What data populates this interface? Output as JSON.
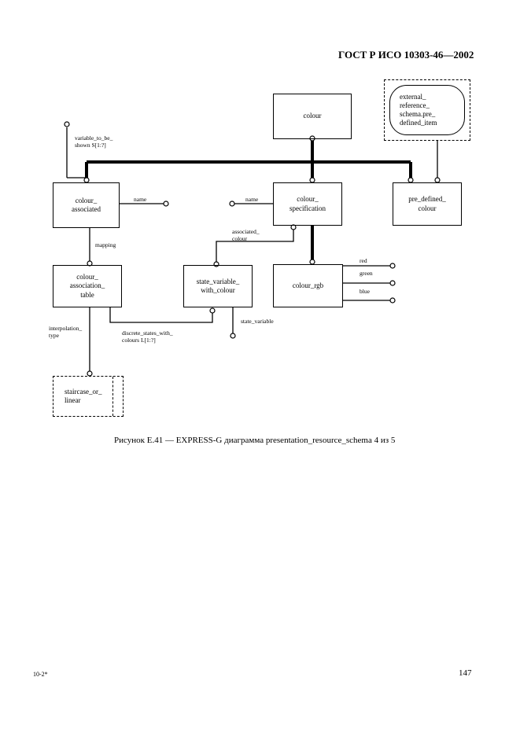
{
  "header": {
    "doc_id": "ГОСТ Р ИСО 10303-46—2002"
  },
  "entities": {
    "colour": "colour",
    "external_ref": "external_\nreference_\nschema.pre_\ndefined_item",
    "colour_associated": "colour_\nassociated",
    "colour_specification": "colour_\nspecification",
    "pre_defined_colour": "pre_defined_\ncolour",
    "colour_association_table": "colour_\nassociation_\ntable",
    "state_variable_with_colour": "state_variable_\nwith_colour",
    "colour_rgb": "colour_rgb",
    "staircase_or_linear": "staircase_or_\nlinear"
  },
  "attributes": {
    "variable_to_be_shown": "variable_to_be_\nshown S[1:?]",
    "name_1": "name",
    "name_2": "name",
    "mapping": "mapping",
    "associated_colour": "associated_\ncolour",
    "red": "red",
    "green": "green",
    "blue": "blue",
    "interpolation_type": "interpolation_\ntype",
    "discrete_states": "discrete_states_with_\ncolours L[1:?]",
    "state_variable": "state_variable"
  },
  "caption": "Рисунок Е.41 — EXPRESS-G диаграмма presentation_resource_schema 4 из 5",
  "footer": {
    "left": "10-2*",
    "page": "147"
  }
}
